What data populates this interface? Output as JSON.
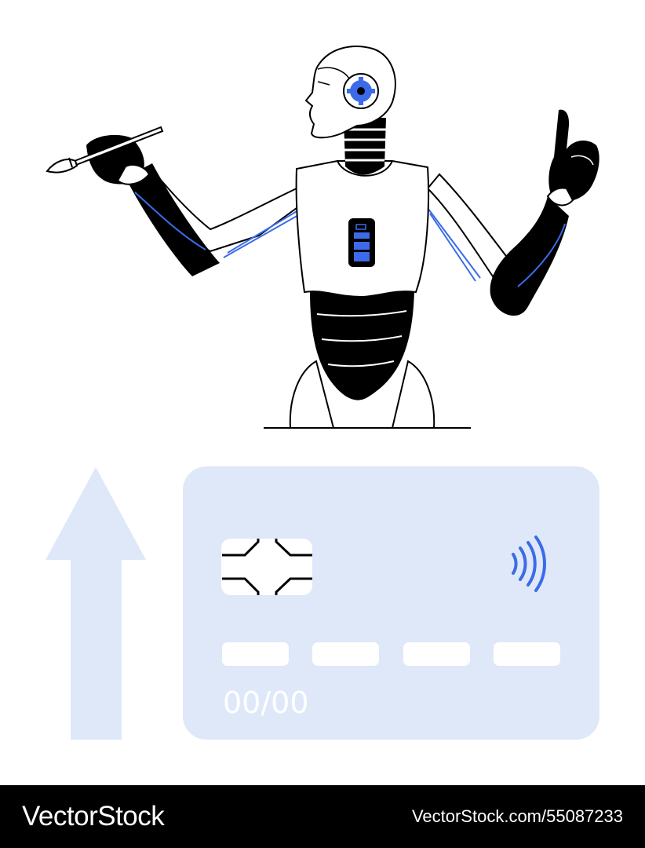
{
  "card": {
    "expiry_text": "00/00"
  },
  "footer": {
    "brand": "VectorStock",
    "image_id": "VectorStock.com/55087233"
  },
  "colors": {
    "accent_blue": "#3b6be8",
    "card_fill": "#dfe8f9",
    "ink": "#000000",
    "background": "#ffffff"
  },
  "icons": [
    "robot-figure",
    "paintbrush-icon",
    "gear-icon",
    "battery-icon",
    "chip-icon",
    "contactless-icon",
    "up-arrow-icon"
  ]
}
